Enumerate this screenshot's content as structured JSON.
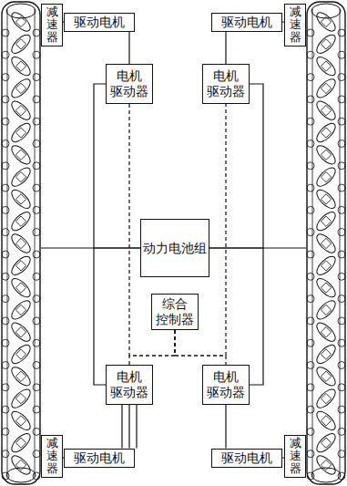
{
  "diagram": {
    "nodes": [
      {
        "text": [
          "减速器"
        ]
      },
      {
        "text": [
          "驱动电机"
        ]
      },
      {
        "text": [
          "驱动电机"
        ]
      },
      {
        "text": [
          "减速器"
        ]
      },
      {
        "text": [
          "电机 驱动器"
        ]
      },
      {
        "text": [
          "电机 驱动器"
        ]
      },
      {
        "text": [
          "动力电池组"
        ]
      },
      {
        "text": [
          "综合 控制器"
        ]
      },
      {
        "text": [
          "电机 驱动器"
        ]
      },
      {
        "text": [
          "电机 驱动器"
        ]
      },
      {
        "text": [
          "减速器"
        ]
      },
      {
        "text": [
          "驱动电机"
        ]
      },
      {
        "text": [
          "驱动电机"
        ]
      },
      {
        "text": [
          "减速器"
        ]
      }
    ],
    "edges": [
      {
        "from": 0,
        "to": 1,
        "arrow": "none"
      },
      {
        "from": 4,
        "to": 1,
        "arrow": "none"
      },
      {
        "from": 5,
        "to": 2,
        "arrow": "none"
      },
      {
        "from": 2,
        "to": 3,
        "arrow": "none"
      },
      {
        "from": 6,
        "to": 4,
        "arrow": "none"
      },
      {
        "from": 6,
        "to": 5,
        "arrow": "none"
      },
      {
        "from": 6,
        "to": 8,
        "arrow": "none"
      },
      {
        "from": 6,
        "to": 9,
        "arrow": "none"
      },
      {
        "from": 7,
        "to": 4,
        "arrow": "none"
      },
      {
        "from": 7,
        "to": 5,
        "arrow": "none"
      },
      {
        "from": 7,
        "to": 8,
        "arrow": "none"
      },
      {
        "from": 7,
        "to": 9,
        "arrow": "none"
      },
      {
        "from": 8,
        "to": 11,
        "arrow": "none"
      },
      {
        "from": 9,
        "to": 12,
        "arrow": "none"
      },
      {
        "from": 10,
        "to": 11,
        "arrow": "none"
      },
      {
        "from": 12,
        "to": 13,
        "arrow": "none"
      }
    ]
  }
}
